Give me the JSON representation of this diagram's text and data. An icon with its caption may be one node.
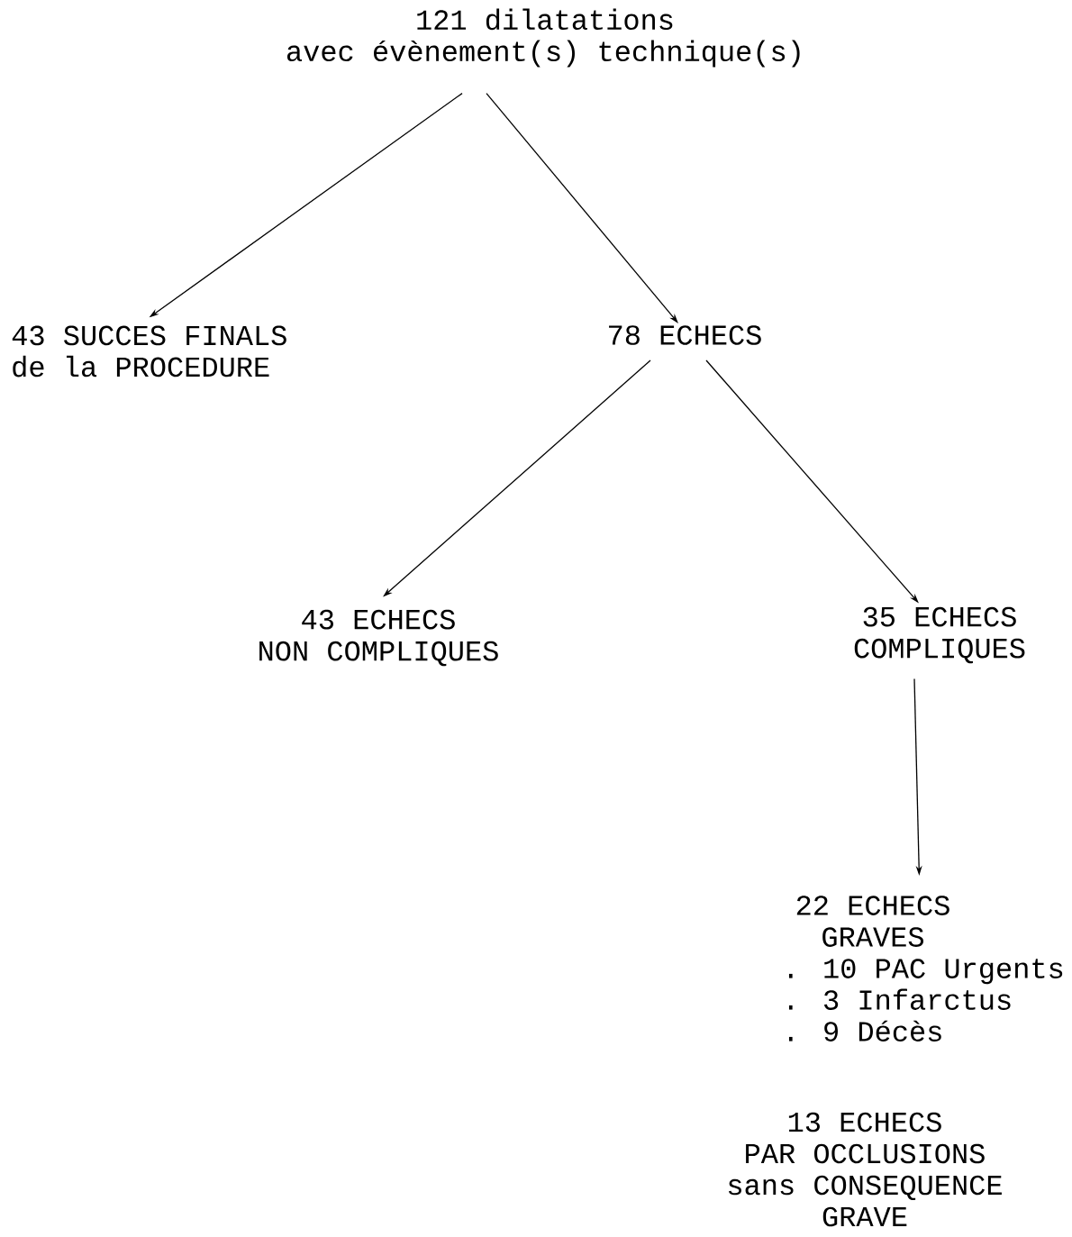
{
  "diagram": {
    "nodes": [
      {
        "text": [
          "121 dilatations avec évènement(s) technique(s)"
        ]
      },
      {
        "text": [
          "43 SUCCES FINALS de la PROCEDURE"
        ]
      },
      {
        "text": [
          "78 ECHECS"
        ]
      },
      {
        "text": [
          "43 ECHECS NON COMPLIQUES"
        ]
      },
      {
        "text": [
          "35 ECHECS COMPLIQUES"
        ]
      },
      {
        "text": [
          "22 ECHECS GRAVES",
          ". 10 PAC Urgents",
          ". 3 Infarctus",
          ". 9 Décès"
        ]
      },
      {
        "text": [
          "13 ECHECS PAR OCCLUSIONS sans CONSEQUENCE GRAVE"
        ]
      }
    ],
    "edges": [
      {
        "from": 0,
        "to": 1,
        "arrow": "to"
      },
      {
        "from": 0,
        "to": 2,
        "arrow": "to"
      },
      {
        "from": 2,
        "to": 3,
        "arrow": "to"
      },
      {
        "from": 2,
        "to": 4,
        "arrow": "to"
      },
      {
        "from": 4,
        "to": 5,
        "arrow": "to"
      }
    ]
  }
}
